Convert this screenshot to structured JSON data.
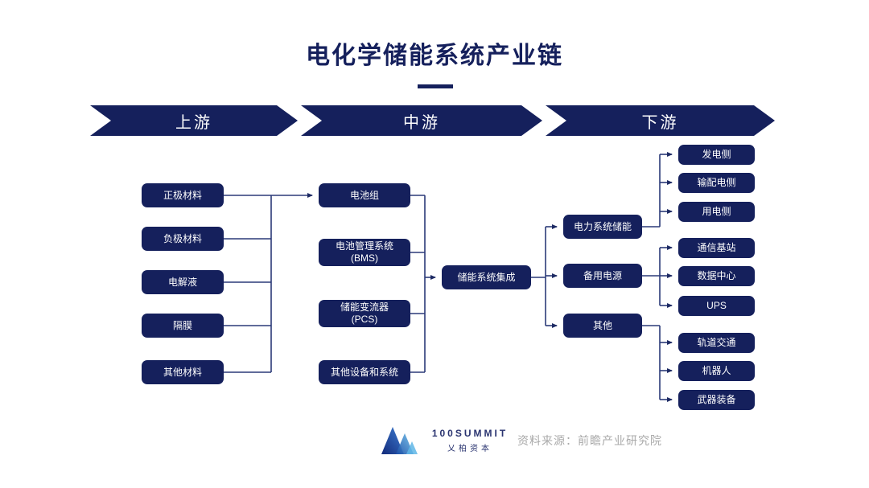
{
  "title": "电化学储能系统产业链",
  "stages": [
    {
      "key": "upstream",
      "label": "上游"
    },
    {
      "key": "midstream",
      "label": "中游"
    },
    {
      "key": "downstream",
      "label": "下游"
    }
  ],
  "upstream": {
    "nodes": [
      {
        "label": "正极材料"
      },
      {
        "label": "负极材料"
      },
      {
        "label": "电解液"
      },
      {
        "label": "隔膜"
      },
      {
        "label": "其他材料"
      }
    ]
  },
  "midstream": {
    "nodes": [
      {
        "label": "电池组",
        "sub": ""
      },
      {
        "label": "电池管理系统",
        "sub": "(BMS)"
      },
      {
        "label": "储能变流器",
        "sub": "(PCS)"
      },
      {
        "label": "其他设备和系统",
        "sub": ""
      }
    ],
    "integration": {
      "label": "储能系统集成"
    }
  },
  "downstream": {
    "groups": [
      {
        "label": "电力系统储能",
        "items": [
          {
            "label": "发电侧"
          },
          {
            "label": "输配电侧"
          },
          {
            "label": "用电侧"
          }
        ]
      },
      {
        "label": "备用电源",
        "items": [
          {
            "label": "通信基站"
          },
          {
            "label": "数据中心"
          },
          {
            "label": "UPS"
          }
        ]
      },
      {
        "label": "其他",
        "items": [
          {
            "label": "轨道交通"
          },
          {
            "label": "机器人"
          },
          {
            "label": "武器装备"
          }
        ]
      }
    ]
  },
  "footer": {
    "brand_en": "100SUMMIT",
    "brand_cn": "乂柏资本",
    "source": "资料来源：前瞻产业研究院"
  },
  "colors": {
    "node_fill": "#15205c",
    "node_text": "#ffffff",
    "connector": "#2b3a78",
    "title": "#15205c",
    "source_text": "#a9a9a9",
    "background": "#ffffff"
  }
}
